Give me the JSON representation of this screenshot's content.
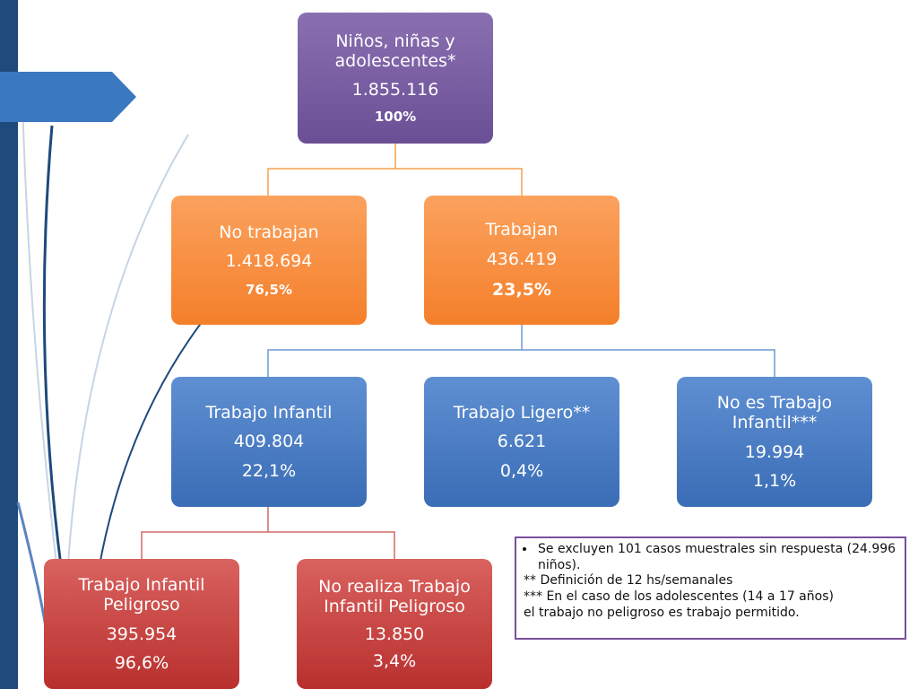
{
  "root": {
    "title": "Niños, niñas y adolescentes*",
    "value": "1.855.116",
    "percent": "100%"
  },
  "no_trabajan": {
    "title": "No trabajan",
    "value": "1.418.694",
    "percent": "76,5%"
  },
  "trabajan": {
    "title": "Trabajan",
    "value": "436.419",
    "percent": "23,5%"
  },
  "trabajo_infantil": {
    "title": "Trabajo Infantil",
    "value": "409.804",
    "percent": "22,1%"
  },
  "trabajo_ligero": {
    "title": "Trabajo Ligero**",
    "value": "6.621",
    "percent": "0,4%"
  },
  "no_es_trabajo": {
    "title": "No es Trabajo Infantil***",
    "value": "19.994",
    "percent": "1,1%"
  },
  "peligroso": {
    "title": "Trabajo Infantil Peligroso",
    "value": "395.954",
    "percent": "96,6%"
  },
  "no_peligroso": {
    "title": "No realiza Trabajo Infantil Peligroso",
    "value": "13.850",
    "percent": "3,4%"
  },
  "notes": {
    "bullet": "Se excluyen 101 casos muestrales sin respuesta (24.996 niños).",
    "line2": "** Definición de 12 hs/semanales",
    "line3": "*** En el caso de los adolescentes (14 a 17 años)",
    "line4": "el trabajo no peligroso es trabajo permitido."
  },
  "colors": {
    "purple": "#7a5ea6",
    "orange": "#f58a3a",
    "blue": "#4a7cc4",
    "red": "#c6403d",
    "sidebar": "#1e4a7c"
  }
}
